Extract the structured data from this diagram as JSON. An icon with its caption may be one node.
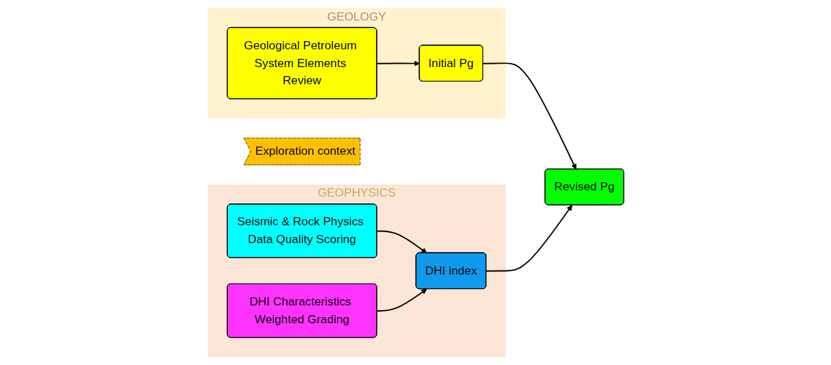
{
  "diagram": {
    "nodes": [
      {
        "text": [
          "Exploration context"
        ]
      },
      {
        "text": [
          "GEOLOGY"
        ]
      },
      {
        "text": [
          "Geological Petroleum System Elements Review"
        ],
        "in": 1
      },
      {
        "text": [
          "Initial Pg"
        ],
        "in": 1
      },
      {
        "text": [
          "GEOPHYSICS"
        ]
      },
      {
        "text": [
          "Seismic & Rock Physics Data Quality Scoring"
        ],
        "in": 4
      },
      {
        "text": [
          "DHI Characteristics Weighted Grading"
        ],
        "in": 4
      },
      {
        "text": [
          "DHI index"
        ],
        "in": 4
      },
      {
        "text": [
          "Revised Pg"
        ]
      }
    ],
    "edges": [
      {
        "from": 2,
        "to": 3,
        "arrow": "to"
      },
      {
        "from": 3,
        "to": 8,
        "arrow": "to"
      },
      {
        "from": 5,
        "to": 7,
        "arrow": "to"
      },
      {
        "from": 6,
        "to": 7,
        "arrow": "to"
      },
      {
        "from": 7,
        "to": 8,
        "arrow": "to"
      }
    ]
  }
}
